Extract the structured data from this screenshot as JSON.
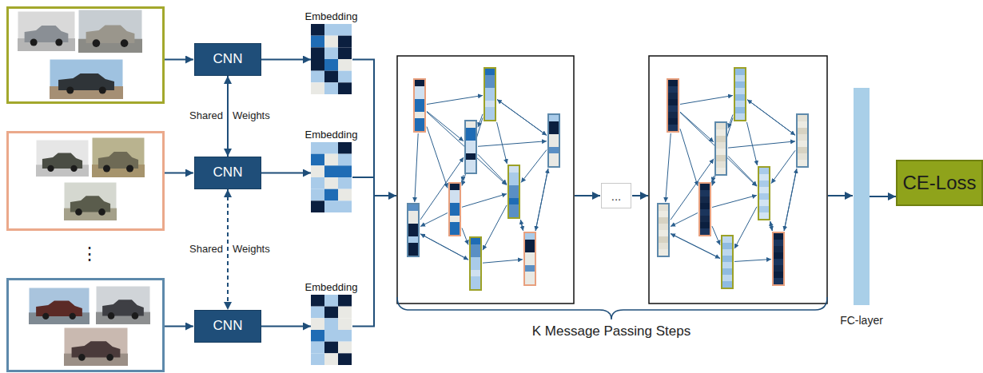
{
  "diagram": {
    "nodes": [
      {
        "text": [
          "CNN"
        ]
      },
      {
        "text": [
          "Embedding"
        ]
      },
      {
        "text": [
          "CNN"
        ]
      },
      {
        "text": [
          "Embedding"
        ]
      },
      {
        "text": [
          "CNN"
        ]
      },
      {
        "text": [
          "Embedding"
        ]
      },
      {
        "text": [
          "..."
        ]
      },
      {
        "text": [
          "FC-layer"
        ]
      },
      {
        "text": [
          "CE-Loss"
        ]
      }
    ],
    "edges": [
      {
        "from": 0,
        "to": 1,
        "arrow": "to"
      },
      {
        "from": 2,
        "to": 3,
        "arrow": "to"
      },
      {
        "from": 4,
        "to": 5,
        "arrow": "to"
      },
      {
        "from": 0,
        "to": 2,
        "arrow": "both"
      },
      {
        "from": 2,
        "to": 4,
        "arrow": "both"
      },
      {
        "from": 7,
        "to": 8,
        "arrow": "to"
      }
    ],
    "labels": [
      "Shared",
      "Weights",
      "Shared",
      "Weights",
      "⋮",
      "K Message Passing Steps"
    ]
  }
}
